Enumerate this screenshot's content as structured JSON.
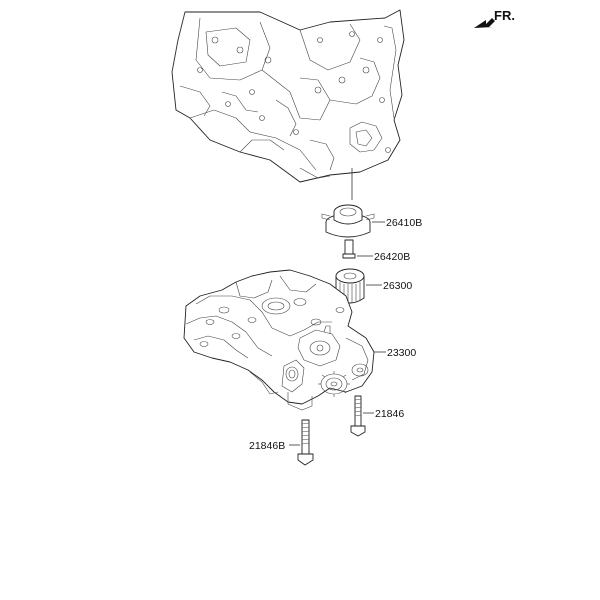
{
  "direction": {
    "label": "FR.",
    "icon": "front-direction-arrow-icon"
  },
  "parts": [
    {
      "part_no": "26410B"
    },
    {
      "part_no": "26420B"
    },
    {
      "part_no": "26300"
    },
    {
      "part_no": "23300"
    },
    {
      "part_no": "21846"
    },
    {
      "part_no": "21846B"
    }
  ]
}
